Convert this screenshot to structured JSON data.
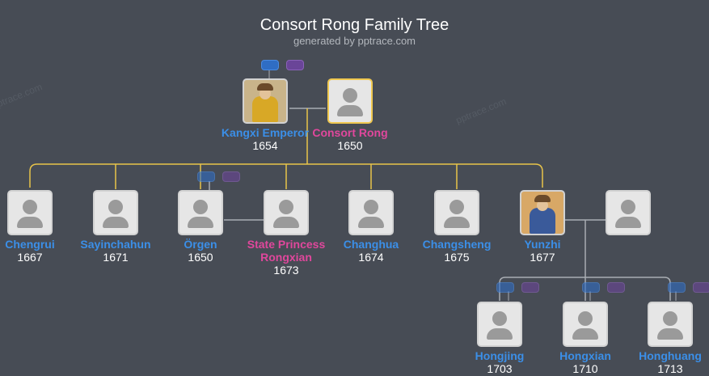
{
  "header": {
    "title": "Consort Rong Family Tree",
    "subtitle": "generated by pptrace.com"
  },
  "watermark": "pptrace.com",
  "colors": {
    "male": "#3b8fe8",
    "female": "#e0479c",
    "connector": "#e8c44a",
    "line": "#a9adb3",
    "background": "#474c55"
  },
  "generation1": [
    {
      "id": "kangxi",
      "name": "Kangxi Emperor",
      "year": "1654",
      "gender": "male",
      "portrait": true
    },
    {
      "id": "rong",
      "name": "Consort Rong",
      "year": "1650",
      "gender": "female",
      "highlighted": true
    }
  ],
  "generation2": [
    {
      "id": "chengrui",
      "name": "Chengrui",
      "year": "1667",
      "gender": "male"
    },
    {
      "id": "sayinchahun",
      "name": "Sayinchahun",
      "year": "1671",
      "gender": "male"
    },
    {
      "id": "orgen",
      "name": "Örgen",
      "year": "1650",
      "gender": "male"
    },
    {
      "id": "rongxian",
      "name": "State Princess Rongxian",
      "year": "1673",
      "gender": "female"
    },
    {
      "id": "changhua",
      "name": "Changhua",
      "year": "1674",
      "gender": "male"
    },
    {
      "id": "changsheng",
      "name": "Changsheng",
      "year": "1675",
      "gender": "male"
    },
    {
      "id": "yunzhi",
      "name": "Yunzhi",
      "year": "1677",
      "gender": "male",
      "portrait": true
    },
    {
      "id": "yunzhi_spouse",
      "name": "",
      "year": "",
      "gender": "female"
    }
  ],
  "generation3": [
    {
      "id": "hongjing",
      "name": "Hongjing",
      "year": "1703",
      "gender": "male"
    },
    {
      "id": "hongxian",
      "name": "Hongxian",
      "year": "1710",
      "gender": "male"
    },
    {
      "id": "honghuang",
      "name": "Honghuang",
      "year": "1713",
      "gender": "male"
    }
  ]
}
